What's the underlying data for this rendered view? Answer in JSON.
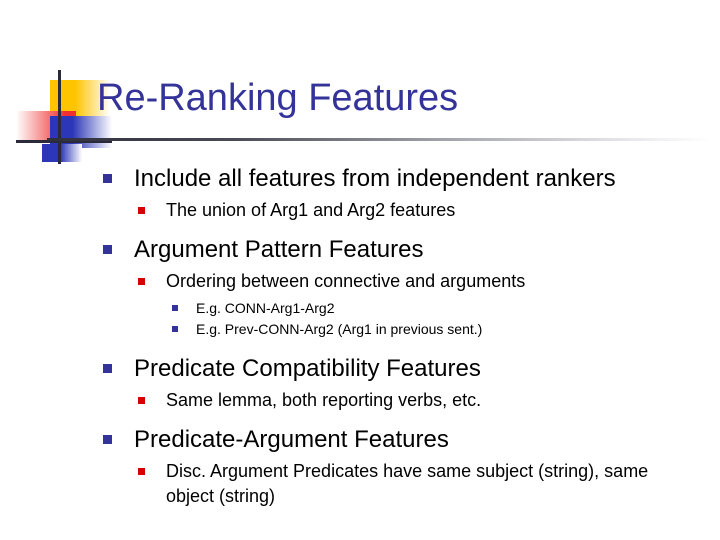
{
  "slide": {
    "title": "Re-Ranking Features",
    "title_color": "#333399",
    "bullet_color_level1": "#333399",
    "bullet_color_level2": "#D60000",
    "bullet_color_level3": "#333399",
    "background_color": "#FFFFFF",
    "logo": {
      "square_yellow": "#FFC400",
      "square_red": "#F03030",
      "square_blue": "#2B36B8",
      "line_color": "#2A2A3A"
    },
    "bullets": [
      {
        "level": 1,
        "text": "Include all features from independent rankers",
        "marker": "square-bullet-navy"
      },
      {
        "level": 2,
        "text": "The union of Arg1 and Arg2 features",
        "marker": "square-bullet-red"
      },
      {
        "level": 1,
        "text": "Argument Pattern Features",
        "marker": "square-bullet-navy"
      },
      {
        "level": 2,
        "text": "Ordering between connective and arguments",
        "marker": "square-bullet-red"
      },
      {
        "level": 3,
        "text": "E.g. CONN-Arg1-Arg2",
        "marker": "square-bullet-navy"
      },
      {
        "level": 3,
        "text": "E.g. Prev-CONN-Arg2 (Arg1 in previous sent.)",
        "marker": "square-bullet-navy"
      },
      {
        "level": 1,
        "text": "Predicate Compatibility Features",
        "marker": "square-bullet-navy"
      },
      {
        "level": 2,
        "text": "Same lemma, both reporting verbs, etc.",
        "marker": "square-bullet-red"
      },
      {
        "level": 1,
        "text": "Predicate-Argument Features",
        "marker": "square-bullet-navy"
      },
      {
        "level": 2,
        "text": "Disc. Argument Predicates have same subject (string), same object (string)",
        "marker": "square-bullet-red"
      }
    ]
  }
}
